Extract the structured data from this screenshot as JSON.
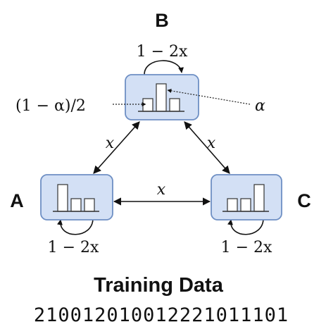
{
  "nodes": {
    "a": {
      "label": "A"
    },
    "b": {
      "label": "B"
    },
    "c": {
      "label": "C"
    }
  },
  "self_loops": {
    "a": "1 − 2x",
    "b": "1 − 2x",
    "c": "1 − 2x"
  },
  "edges": {
    "ab": "x",
    "bc": "x",
    "ac": "x"
  },
  "annotations": {
    "left": "(1 − α)/2",
    "right": "α"
  },
  "footer": {
    "title": "Training Data",
    "sequence": "210012010012221011101"
  },
  "colors": {
    "node_fill": "#d3e0f5",
    "node_stroke": "#6e8fc4"
  }
}
